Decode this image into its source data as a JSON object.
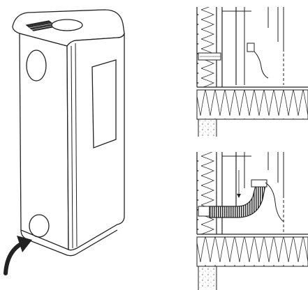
{
  "figure": {
    "panels": [
      {
        "id": "stove",
        "view": "perspective"
      },
      {
        "id": "wall-section-before",
        "view": "cross-section"
      },
      {
        "id": "wall-section-after",
        "view": "cross-section"
      }
    ],
    "icons": [
      "stove-icon",
      "air-intake-arrow-icon",
      "insulation-icon",
      "ducting-hose-icon",
      "air-vent-icon"
    ],
    "colors": {
      "line": "#222222",
      "background": "#ffffff",
      "duct_fill": "#444444",
      "concrete_dots": "#555555"
    }
  }
}
